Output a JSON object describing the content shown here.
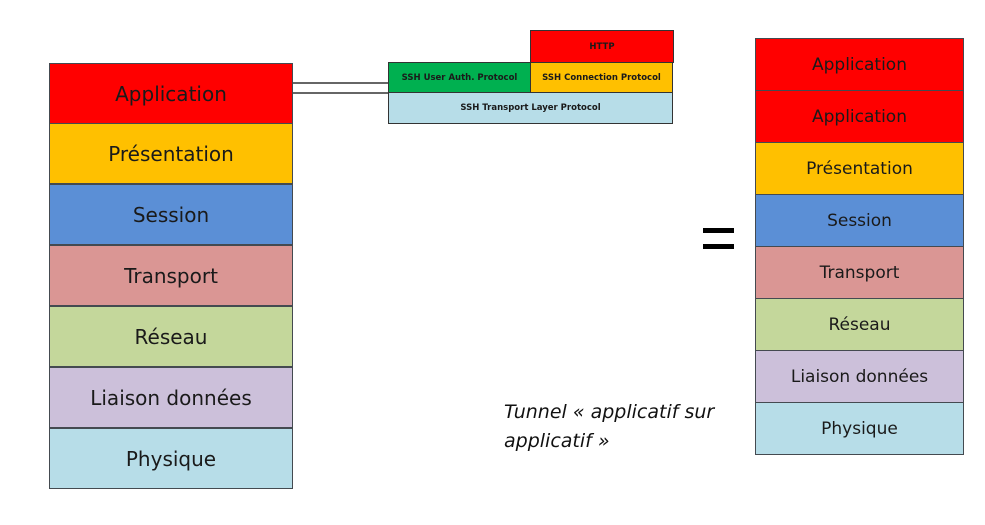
{
  "left_stack": {
    "layers": [
      {
        "label": "Application",
        "color": "#ff0000"
      },
      {
        "label": "Présentation",
        "color": "#ffc000"
      },
      {
        "label": "Session",
        "color": "#5b8fd6"
      },
      {
        "label": "Transport",
        "color": "#da9694"
      },
      {
        "label": "Réseau",
        "color": "#c4d79b"
      },
      {
        "label": "Liaison données",
        "color": "#ccc0da"
      },
      {
        "label": "Physique",
        "color": "#b7dde8"
      }
    ]
  },
  "ssh_stack": {
    "http": {
      "label": "HTTP",
      "color": "#ff0000"
    },
    "user_auth": {
      "label": "SSH User Auth. Protocol",
      "color": "#00b050"
    },
    "connection": {
      "label": "SSH Connection Protocol",
      "color": "#ffc000"
    },
    "transport": {
      "label": "SSH Transport Layer Protocol",
      "color": "#b7dde8"
    }
  },
  "equals_sign": "=",
  "right_stack": {
    "layers": [
      {
        "label": "Application",
        "color": "#ff0000"
      },
      {
        "label": "Application",
        "color": "#ff0000"
      },
      {
        "label": "Présentation",
        "color": "#ffc000"
      },
      {
        "label": "Session",
        "color": "#5b8fd6"
      },
      {
        "label": "Transport",
        "color": "#da9694"
      },
      {
        "label": "Réseau",
        "color": "#c4d79b"
      },
      {
        "label": "Liaison données",
        "color": "#ccc0da"
      },
      {
        "label": "Physique",
        "color": "#b7dde8"
      }
    ]
  },
  "caption": "Tunnel « applicatif sur applicatif »"
}
